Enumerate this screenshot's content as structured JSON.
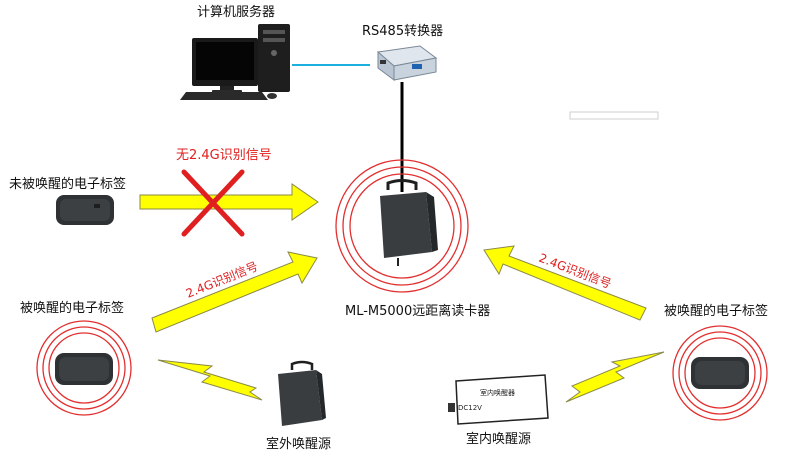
{
  "labels": {
    "server": "计算机服务器",
    "converter": "RS485转换器",
    "unawakened_tag": "未被唤醒的电子标签",
    "no_signal": "无2.4G识别信号",
    "signal_left": "2.4G识别信号",
    "signal_right": "2.4G识别信号",
    "awakened_tag_left": "被唤醒的电子标签",
    "awakened_tag_right": "被唤醒的电子标签",
    "reader": "ML-M5000远距离读卡器",
    "outdoor_source": "室外唤醒源",
    "indoor_source": "室内唤醒源",
    "indoor_box_title": "室内唤醒器",
    "indoor_box_power": "DC12V"
  },
  "colors": {
    "arrow_fill": "#ffff00",
    "arrow_stroke": "#8a8a4a",
    "ring": "#e23030",
    "cross": "#e02020",
    "signal_text": "#e02020",
    "network_line": "#1cb0e0",
    "device_dark": "#3a3d40"
  },
  "icons": [
    "computer-monitor-icon",
    "pc-tower-icon",
    "keyboard-icon",
    "rs485-converter-icon",
    "rfid-reader-icon",
    "electronic-tag-icon",
    "lightning-bolt-icon",
    "red-cross-icon"
  ]
}
